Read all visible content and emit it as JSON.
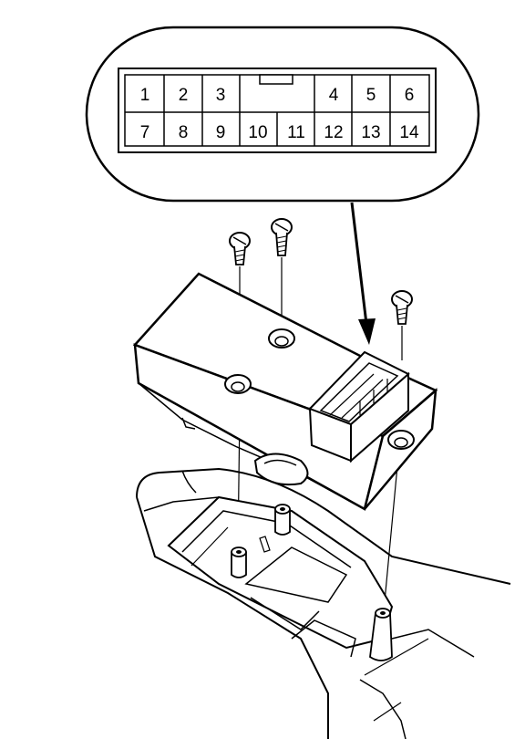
{
  "connector": {
    "top_row": [
      {
        "pin": "1"
      },
      {
        "pin": "2"
      },
      {
        "pin": "3"
      },
      {
        "pin": ""
      },
      {
        "pin": ""
      },
      {
        "pin": "4"
      },
      {
        "pin": "5"
      },
      {
        "pin": "6"
      }
    ],
    "bottom_row": [
      {
        "pin": "7"
      },
      {
        "pin": "8"
      },
      {
        "pin": "9"
      },
      {
        "pin": "10"
      },
      {
        "pin": "11"
      },
      {
        "pin": "12"
      },
      {
        "pin": "13"
      },
      {
        "pin": "14"
      }
    ]
  },
  "colors": {
    "line": "#000000",
    "background": "#ffffff",
    "shade": "#e8e8e8"
  }
}
